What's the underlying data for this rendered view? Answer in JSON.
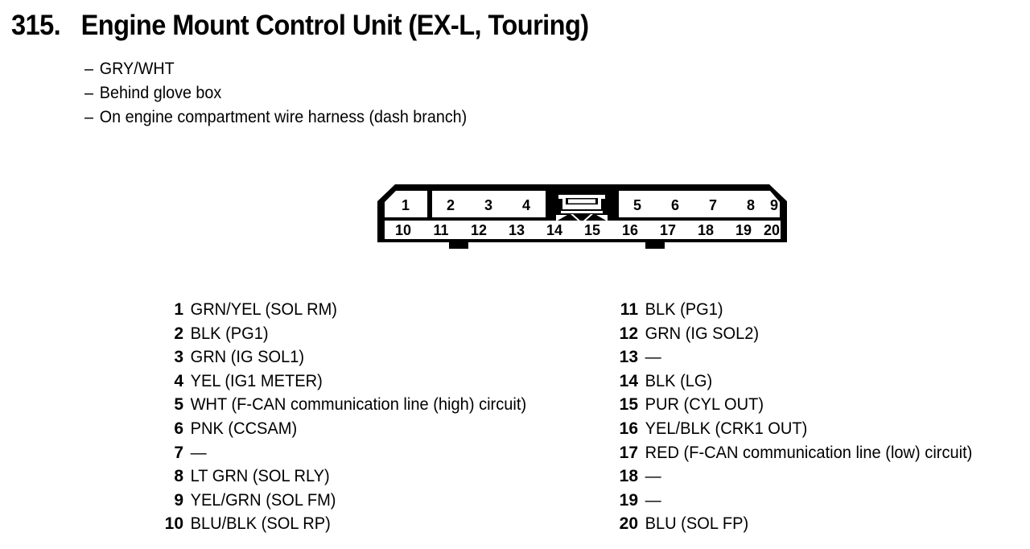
{
  "header": {
    "number": "315.",
    "title": "Engine Mount Control Unit (EX-L, Touring)",
    "details": [
      {
        "dash": "–",
        "text": "GRY/WHT"
      },
      {
        "dash": "–",
        "text": "Behind glove box"
      },
      {
        "dash": "–",
        "text": "On engine compartment wire harness (dash branch)"
      }
    ]
  },
  "connector": {
    "top_row_left": [
      "1",
      "2",
      "3",
      "4"
    ],
    "top_row_right": [
      "5",
      "6",
      "7",
      "8",
      "9"
    ],
    "bottom_row": [
      "10",
      "11",
      "12",
      "13",
      "14",
      "15",
      "16",
      "17",
      "18",
      "19",
      "20"
    ],
    "latch_icon": "connector-latch-icon",
    "outline_color": "#000000",
    "cell_fill": "#ffffff"
  },
  "legend": {
    "left": [
      {
        "pin": "1",
        "desc": "GRN/YEL (SOL RM)"
      },
      {
        "pin": "2",
        "desc": "BLK (PG1)"
      },
      {
        "pin": "3",
        "desc": "GRN (IG SOL1)"
      },
      {
        "pin": "4",
        "desc": "YEL (IG1 METER)"
      },
      {
        "pin": "5",
        "desc": "WHT (F-CAN communication line (high) circuit)"
      },
      {
        "pin": "6",
        "desc": "PNK (CCSAM)"
      },
      {
        "pin": "7",
        "desc": "—"
      },
      {
        "pin": "8",
        "desc": "LT GRN (SOL RLY)"
      },
      {
        "pin": "9",
        "desc": "YEL/GRN (SOL FM)"
      },
      {
        "pin": "10",
        "desc": "BLU/BLK (SOL RP)"
      }
    ],
    "right": [
      {
        "pin": "11",
        "desc": "BLK (PG1)"
      },
      {
        "pin": "12",
        "desc": "GRN (IG SOL2)"
      },
      {
        "pin": "13",
        "desc": "—"
      },
      {
        "pin": "14",
        "desc": "BLK (LG)"
      },
      {
        "pin": "15",
        "desc": "PUR (CYL OUT)"
      },
      {
        "pin": "16",
        "desc": "YEL/BLK (CRK1 OUT)"
      },
      {
        "pin": "17",
        "desc": "RED (F-CAN communication line (low) circuit)"
      },
      {
        "pin": "18",
        "desc": "—"
      },
      {
        "pin": "19",
        "desc": "—"
      },
      {
        "pin": "20",
        "desc": "BLU (SOL FP)"
      }
    ]
  }
}
